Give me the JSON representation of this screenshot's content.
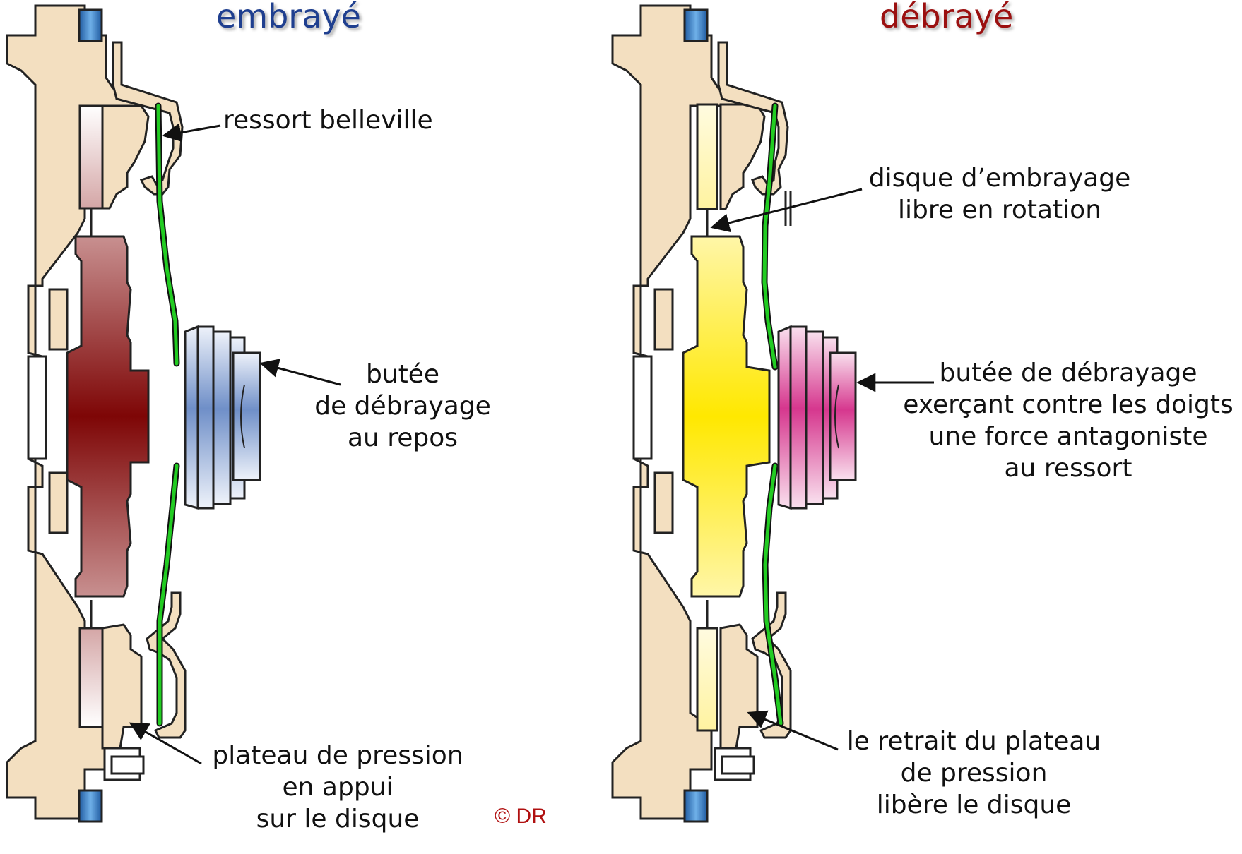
{
  "titles": {
    "left": "embrayé",
    "right": "débrayé"
  },
  "labels": {
    "ressort": "ressort belleville",
    "disque_libre": [
      "disque d’embrayage",
      "libre en rotation"
    ],
    "butee_repos": [
      "butée",
      "de débrayage",
      "au repos"
    ],
    "butee_force": [
      "butée de débrayage",
      "exerçant contre les doigts",
      "une force antagoniste",
      "au ressort"
    ],
    "plateau_appui": [
      "plateau de pression",
      "en appui",
      "sur le disque"
    ],
    "plateau_retrait": [
      "le retrait du plateau",
      "de pression",
      "libère le disque"
    ]
  },
  "copyright": "© DR",
  "colors": {
    "title_left": "#1f3f8f",
    "title_right": "#9b1010",
    "housing": "#f3dfc0",
    "outline": "#222222",
    "spring": "#22cc22",
    "disc_engaged": "#8b0a0a",
    "disc_free": "#ffe800",
    "bearing_rest": "#6f8fc8",
    "bearing_active": "#d6378e",
    "bolt_cap": "#3a86c8",
    "copyright": "#b01010"
  }
}
